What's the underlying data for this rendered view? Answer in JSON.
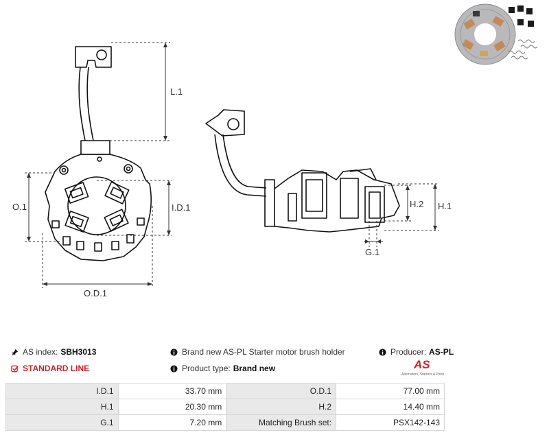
{
  "dimension_labels": {
    "l1": "L.1",
    "o1": "O.1",
    "id1": "I.D.1",
    "od1": "O.D.1",
    "h2": "H.2",
    "h1": "H.1",
    "g1": "G.1"
  },
  "info": {
    "as_index_label": "AS index:",
    "as_index_value": "SBH3013",
    "standard_line": "STANDARD LINE",
    "description": "Brand new AS-PL Starter motor brush holder",
    "product_type_label": "Product type:",
    "product_type_value": "Brand new",
    "producer_label": "Producer:",
    "producer_value": "AS-PL"
  },
  "logo": {
    "mark": "AS",
    "tagline": "Alternators, Starters & Parts"
  },
  "specs": [
    {
      "label_1": "I.D.1",
      "value_1": "33.70 mm",
      "label_2": "O.D.1",
      "value_2": "77.00 mm"
    },
    {
      "label_1": "H.1",
      "value_1": "20.30 mm",
      "label_2": "H.2",
      "value_2": "14.40 mm"
    },
    {
      "label_1": "G.1",
      "value_1": "7.20 mm",
      "label_2": "Matching Brush set:",
      "value_2": "PSX142-143"
    }
  ],
  "colors": {
    "accent": "#d4202a",
    "line": "#111111",
    "dimension": "#333333",
    "table_label_bg": "#e9e9e9"
  },
  "icons": [
    "pin-icon",
    "check-badge-icon",
    "info-icon"
  ]
}
